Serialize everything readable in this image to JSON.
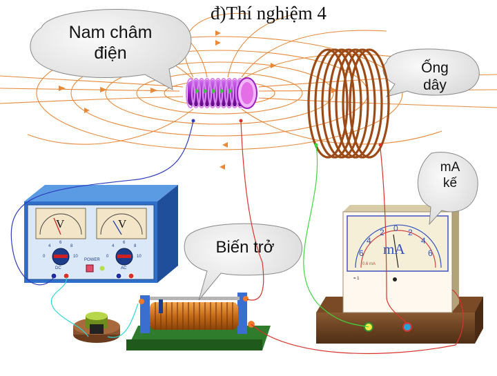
{
  "title": "đ)Thí nghiệm 4",
  "callouts": {
    "electromagnet": "Nam châm\nđiện",
    "coil": "Ống\ndây",
    "rheostat": "Biến trở",
    "milliammeter": "mA\nkế"
  },
  "power_supply": {
    "meter_left_unit": "V",
    "meter_right_unit": "V",
    "dc_label": "DC",
    "ac_label": "AC",
    "power_label": "POWER",
    "knob_left_labels": [
      "4",
      "6",
      "8",
      "0",
      "10"
    ],
    "knob_right_labels": [
      "4",
      "6",
      "8",
      "0",
      "10"
    ]
  },
  "milliammeter": {
    "unit": "mA",
    "scale_labels": [
      "6",
      "4",
      "2",
      "0",
      "2",
      "4",
      "6"
    ],
    "range_label": "0.6 mA",
    "bottom_left_label": "= 1"
  },
  "colors": {
    "field_lines": "#e8893a",
    "electromagnet": "#9b1fc1",
    "coil": "#9c4a16",
    "callout_fill": "#ececec",
    "supply_body": "#2f6fc9",
    "wire_blue": "#2d3bbf",
    "wire_red": "#d8322b",
    "wire_green": "#3dd83d",
    "wire_cyan": "#2fd6d6"
  }
}
